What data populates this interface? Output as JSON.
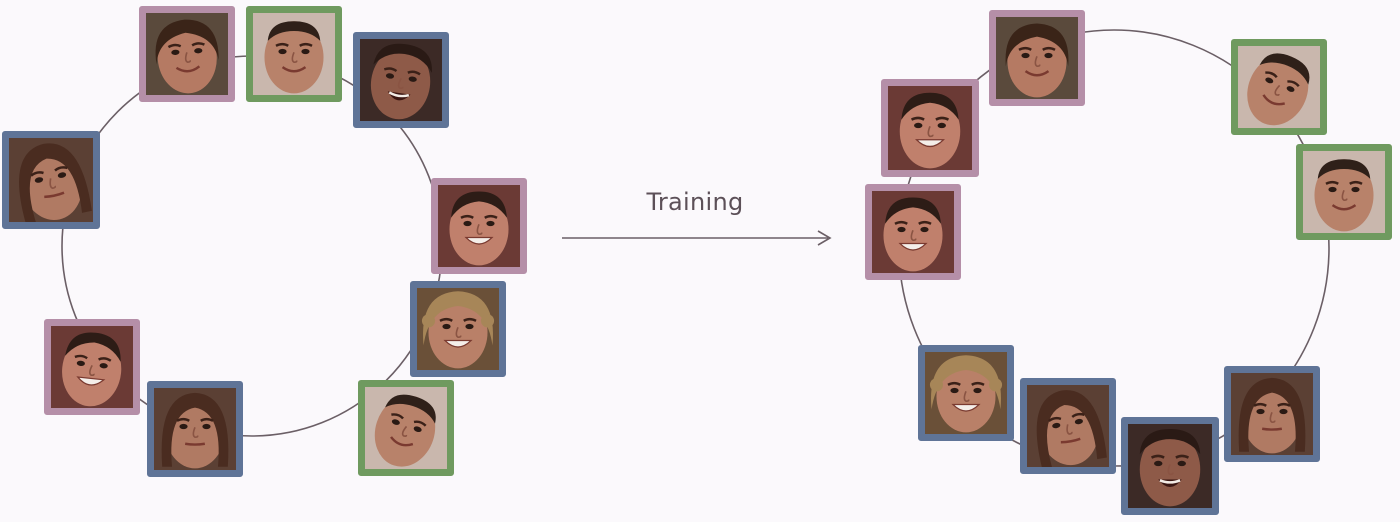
{
  "arrow_label": "Training",
  "colors": {
    "pink": "#b58fa8",
    "blue": "#5f7497",
    "green": "#6f9a5f",
    "ring": "#6b5f66",
    "background": "#fbf9fc"
  },
  "before_ring": {
    "tiles": [
      {
        "group": "pink",
        "identity": "woman-curly-bob",
        "tilt": -4
      },
      {
        "group": "green",
        "identity": "man-short-hair",
        "tilt": 0
      },
      {
        "group": "blue",
        "identity": "woman-laughing-dark",
        "tilt": 8
      },
      {
        "group": "pink",
        "identity": "woman-smile-wide",
        "tilt": 0
      },
      {
        "group": "blue",
        "identity": "woman-curly-blonde",
        "tilt": 0
      },
      {
        "group": "green",
        "identity": "man-short-hair",
        "tilt": 18
      },
      {
        "group": "blue",
        "identity": "woman-neutral-brunette",
        "tilt": 0
      },
      {
        "group": "pink",
        "identity": "woman-smile-wide",
        "tilt": 6
      },
      {
        "group": "blue",
        "identity": "woman-neutral-brunette",
        "tilt": -12
      }
    ]
  },
  "after_ring": {
    "tiles": [
      {
        "group": "pink",
        "identity": "woman-curly-bob",
        "tilt": 0
      },
      {
        "group": "green",
        "identity": "man-short-hair",
        "tilt": 22
      },
      {
        "group": "green",
        "identity": "man-short-hair",
        "tilt": 0
      },
      {
        "group": "blue",
        "identity": "woman-neutral-brunette",
        "tilt": 0
      },
      {
        "group": "blue",
        "identity": "woman-laughing-dark",
        "tilt": 0
      },
      {
        "group": "blue",
        "identity": "woman-neutral-brunette",
        "tilt": -10
      },
      {
        "group": "blue",
        "identity": "woman-curly-blonde",
        "tilt": 0
      },
      {
        "group": "pink",
        "identity": "woman-smile-wide",
        "tilt": 0
      },
      {
        "group": "pink",
        "identity": "woman-smile-wide",
        "tilt": 0
      }
    ]
  }
}
